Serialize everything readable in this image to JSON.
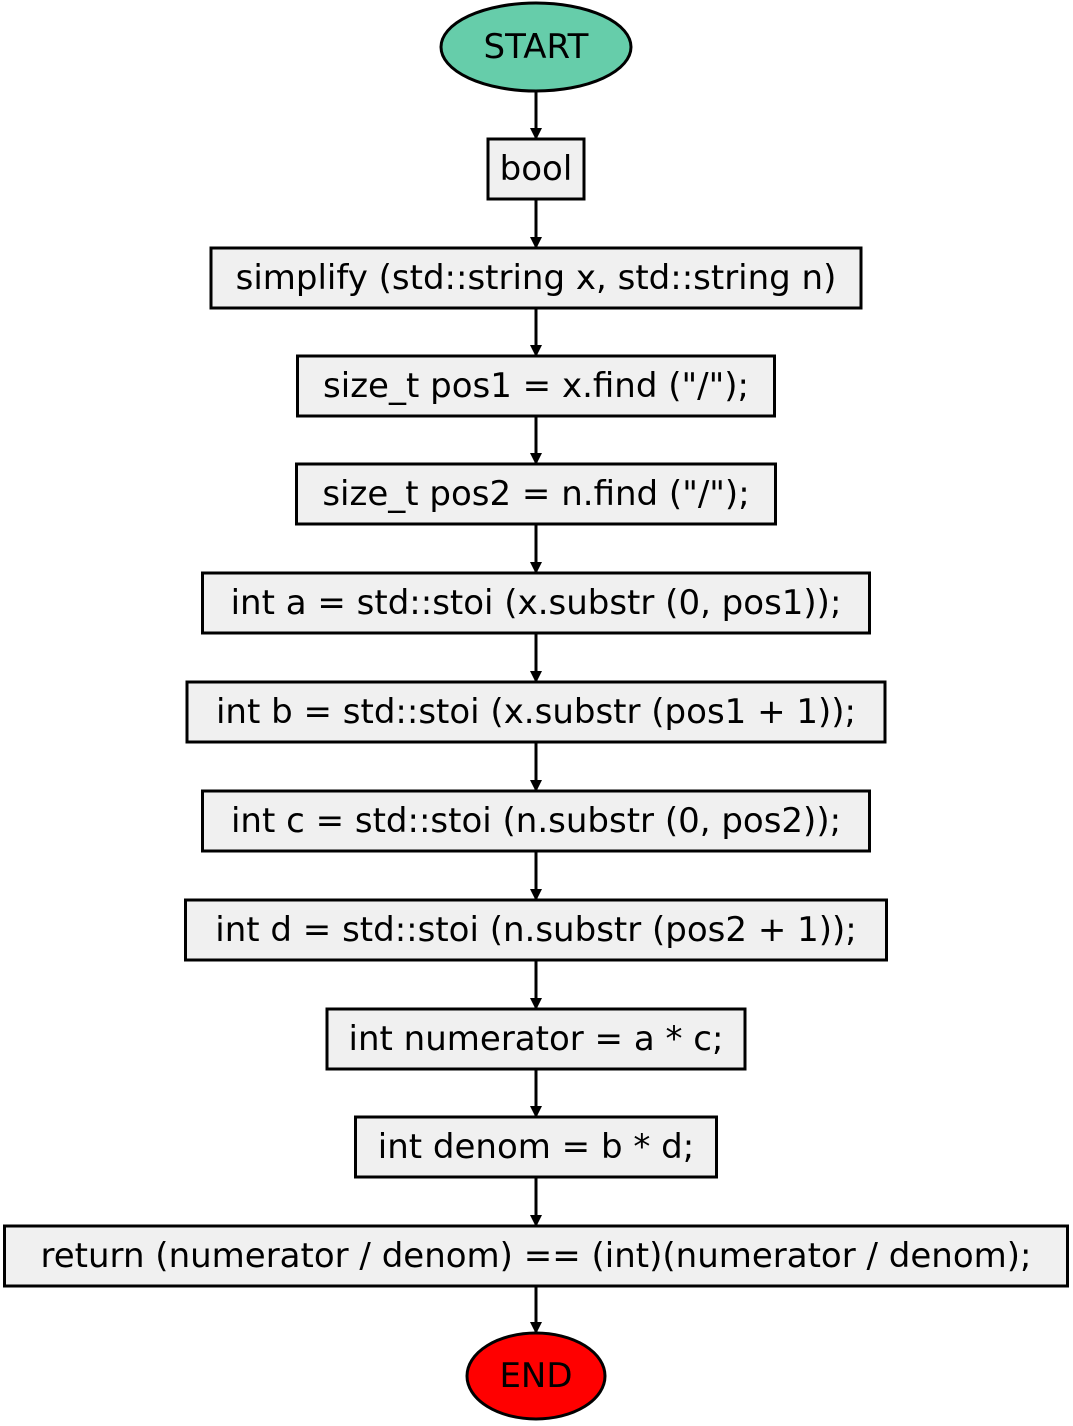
{
  "colors": {
    "start_fill": "#66cdaa",
    "end_fill": "#ff0000",
    "process_fill": "#f0f0f0",
    "stroke": "#000000"
  },
  "nodes": [
    {
      "id": "start",
      "shape": "ellipse",
      "label": "START"
    },
    {
      "id": "bool",
      "shape": "rect",
      "label": "bool"
    },
    {
      "id": "signature",
      "shape": "rect",
      "label": "simplify (std::string x, std::string n)"
    },
    {
      "id": "pos1",
      "shape": "rect",
      "label": "size_t pos1 = x.find (\"/\");"
    },
    {
      "id": "pos2",
      "shape": "rect",
      "label": "size_t pos2 = n.find (\"/\");"
    },
    {
      "id": "var-a",
      "shape": "rect",
      "label": "int a = std::stoi (x.substr (0, pos1));"
    },
    {
      "id": "var-b",
      "shape": "rect",
      "label": "int b = std::stoi (x.substr (pos1 + 1));"
    },
    {
      "id": "var-c",
      "shape": "rect",
      "label": "int c = std::stoi (n.substr (0, pos2));"
    },
    {
      "id": "var-d",
      "shape": "rect",
      "label": "int d = std::stoi (n.substr (pos2 + 1));"
    },
    {
      "id": "numerator",
      "shape": "rect",
      "label": "int numerator = a * c;"
    },
    {
      "id": "denom",
      "shape": "rect",
      "label": "int denom = b * d;"
    },
    {
      "id": "return",
      "shape": "rect",
      "label": "return (numerator / denom) == (int)(numerator / denom);"
    },
    {
      "id": "end",
      "shape": "ellipse",
      "label": "END"
    }
  ],
  "edges": [
    [
      "start",
      "bool"
    ],
    [
      "bool",
      "signature"
    ],
    [
      "signature",
      "pos1"
    ],
    [
      "pos1",
      "pos2"
    ],
    [
      "pos2",
      "var-a"
    ],
    [
      "var-a",
      "var-b"
    ],
    [
      "var-b",
      "var-c"
    ],
    [
      "var-c",
      "var-d"
    ],
    [
      "var-d",
      "numerator"
    ],
    [
      "numerator",
      "denom"
    ],
    [
      "denom",
      "return"
    ],
    [
      "return",
      "end"
    ]
  ]
}
